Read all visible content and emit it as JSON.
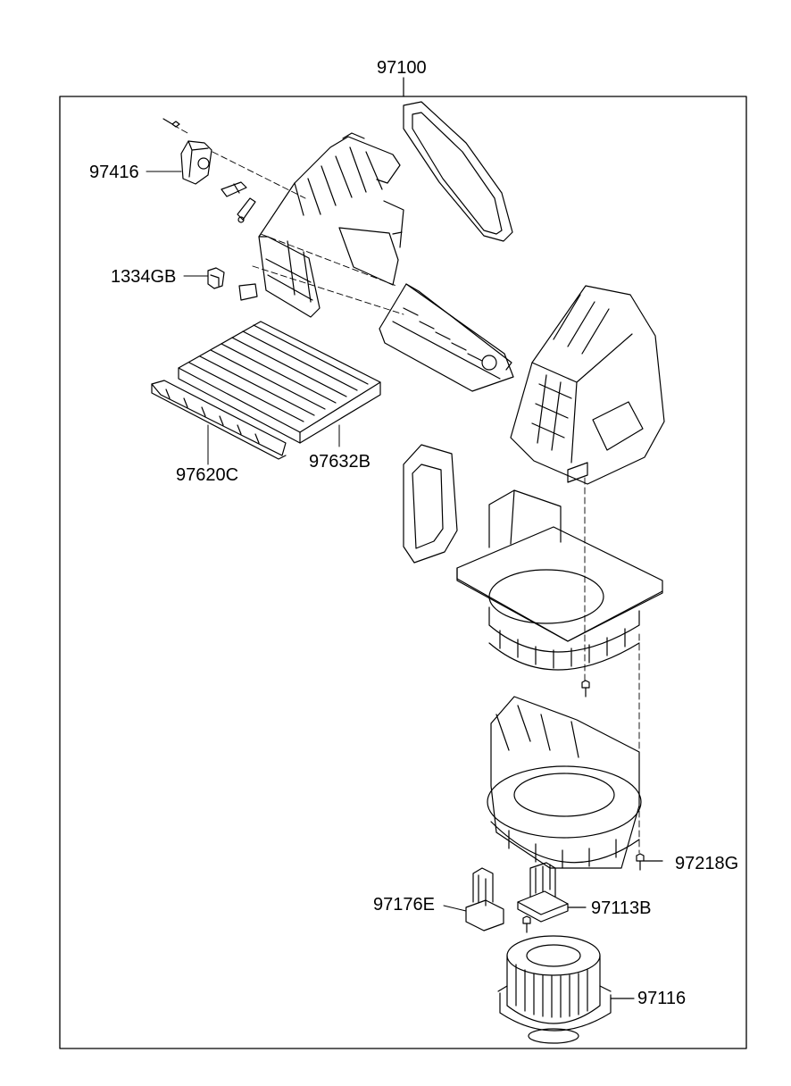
{
  "assembly_label": "97100",
  "part_labels": {
    "p97416": "97416",
    "p1334GB": "1334GB",
    "p97620C": "97620C",
    "p97632B": "97632B",
    "p97218G": "97218G",
    "p97176E": "97176E",
    "p97113B": "97113B",
    "p97116": "97116"
  },
  "colors": {
    "line": "#000000",
    "background": "#ffffff"
  }
}
